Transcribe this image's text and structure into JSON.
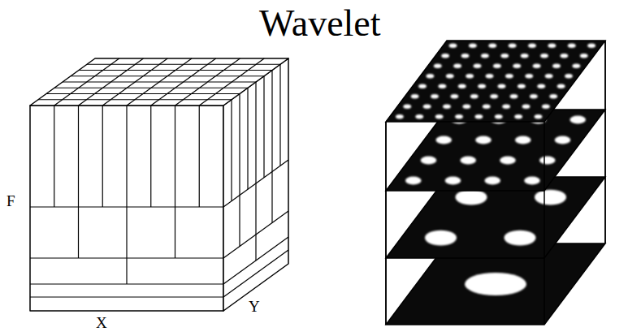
{
  "diagram": {
    "title": "Wavelet",
    "labels": [
      "F",
      "X",
      "Y"
    ]
  }
}
